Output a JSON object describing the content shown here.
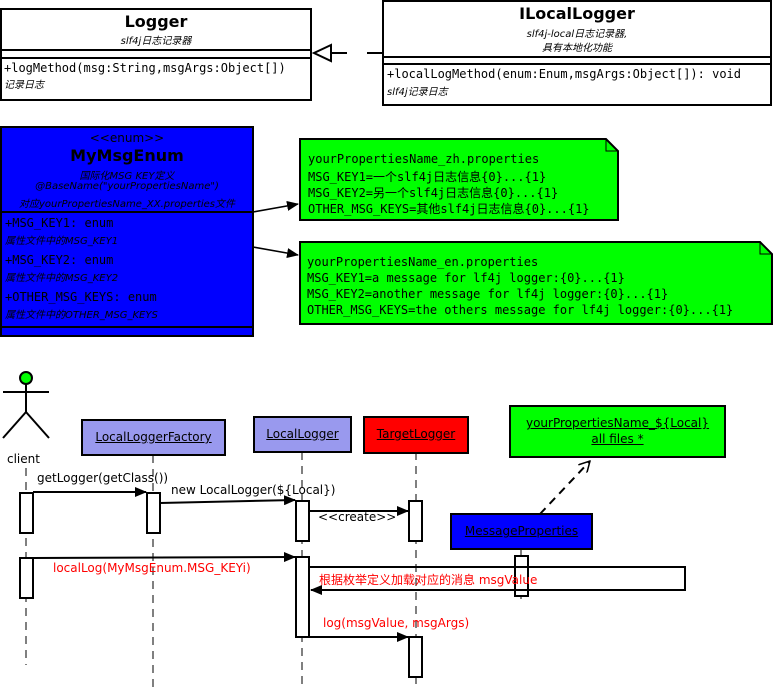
{
  "colors": {
    "enum": "#0000ff",
    "note": "#00ff00",
    "participant": "#9999ee",
    "target": "#ff0000",
    "message_red": "#ff0000"
  },
  "logger": {
    "title": "Logger",
    "subtitle": "slf4j日志记录器",
    "method": "+logMethod(msg:String,msgArgs:Object[])",
    "method_note": "记录日志"
  },
  "ilocal": {
    "title": "ILocalLogger",
    "subtitle1": "slf4j-local日志记录器,",
    "subtitle2": "具有本地化功能",
    "method": "+localLogMethod(enum:Enum,msgArgs:Object[]): void",
    "method_note": "slf4j记录日志"
  },
  "enum": {
    "stereotype": "<<enum>>",
    "title": "MyMsgEnum",
    "desc1": "国际化MSG KEY定义",
    "desc2": "@BaseName(\"yourPropertiesName\")",
    "desc3": "对应yourPropertiesName_XX.properties文件",
    "attrs": [
      {
        "name": "+MSG_KEY1: enum",
        "note": "属性文件中的MSG_KEY1"
      },
      {
        "name": "+MSG_KEY2: enum",
        "note": "属性文件中的MSG_KEY2"
      },
      {
        "name": "+OTHER_MSG_KEYS: enum",
        "note": "属性文件中的OTHER_MSG_KEYS"
      }
    ]
  },
  "note_zh": [
    "yourPropertiesName_zh.properties",
    "MSG_KEY1=一个slf4j日志信息{0}...{1}",
    "MSG_KEY2=另一个slf4j日志信息{0}...{1}",
    "OTHER_MSG_KEYS=其他slf4j日志信息{0}...{1}"
  ],
  "note_en": [
    "yourPropertiesName_en.properties",
    "MSG_KEY1=a message for lf4j logger:{0}...{1}",
    "MSG_KEY2=another message for lf4j logger:{0}...{1}",
    "OTHER_MSG_KEYS=the others message for lf4j logger:{0}...{1}"
  ],
  "sequence": {
    "actor": "client",
    "factory": "LocalLoggerFactory",
    "local_logger": "LocalLogger",
    "target_logger": "TargetLogger",
    "props_files1": "yourPropertiesName_${Local}",
    "props_files2": "all files *",
    "message_properties": "MessageProperties",
    "messages": {
      "get_logger": "getLogger(getClass())",
      "new_logger": "new LocalLogger(${Local})",
      "create": "<<create>>",
      "local_log": "localLog(MyMsgEnum.MSG_KEYi)",
      "load_msg": "根据枚举定义加载对应的消息 msgValue",
      "log": "log(msgValue, msgArgs)"
    }
  }
}
